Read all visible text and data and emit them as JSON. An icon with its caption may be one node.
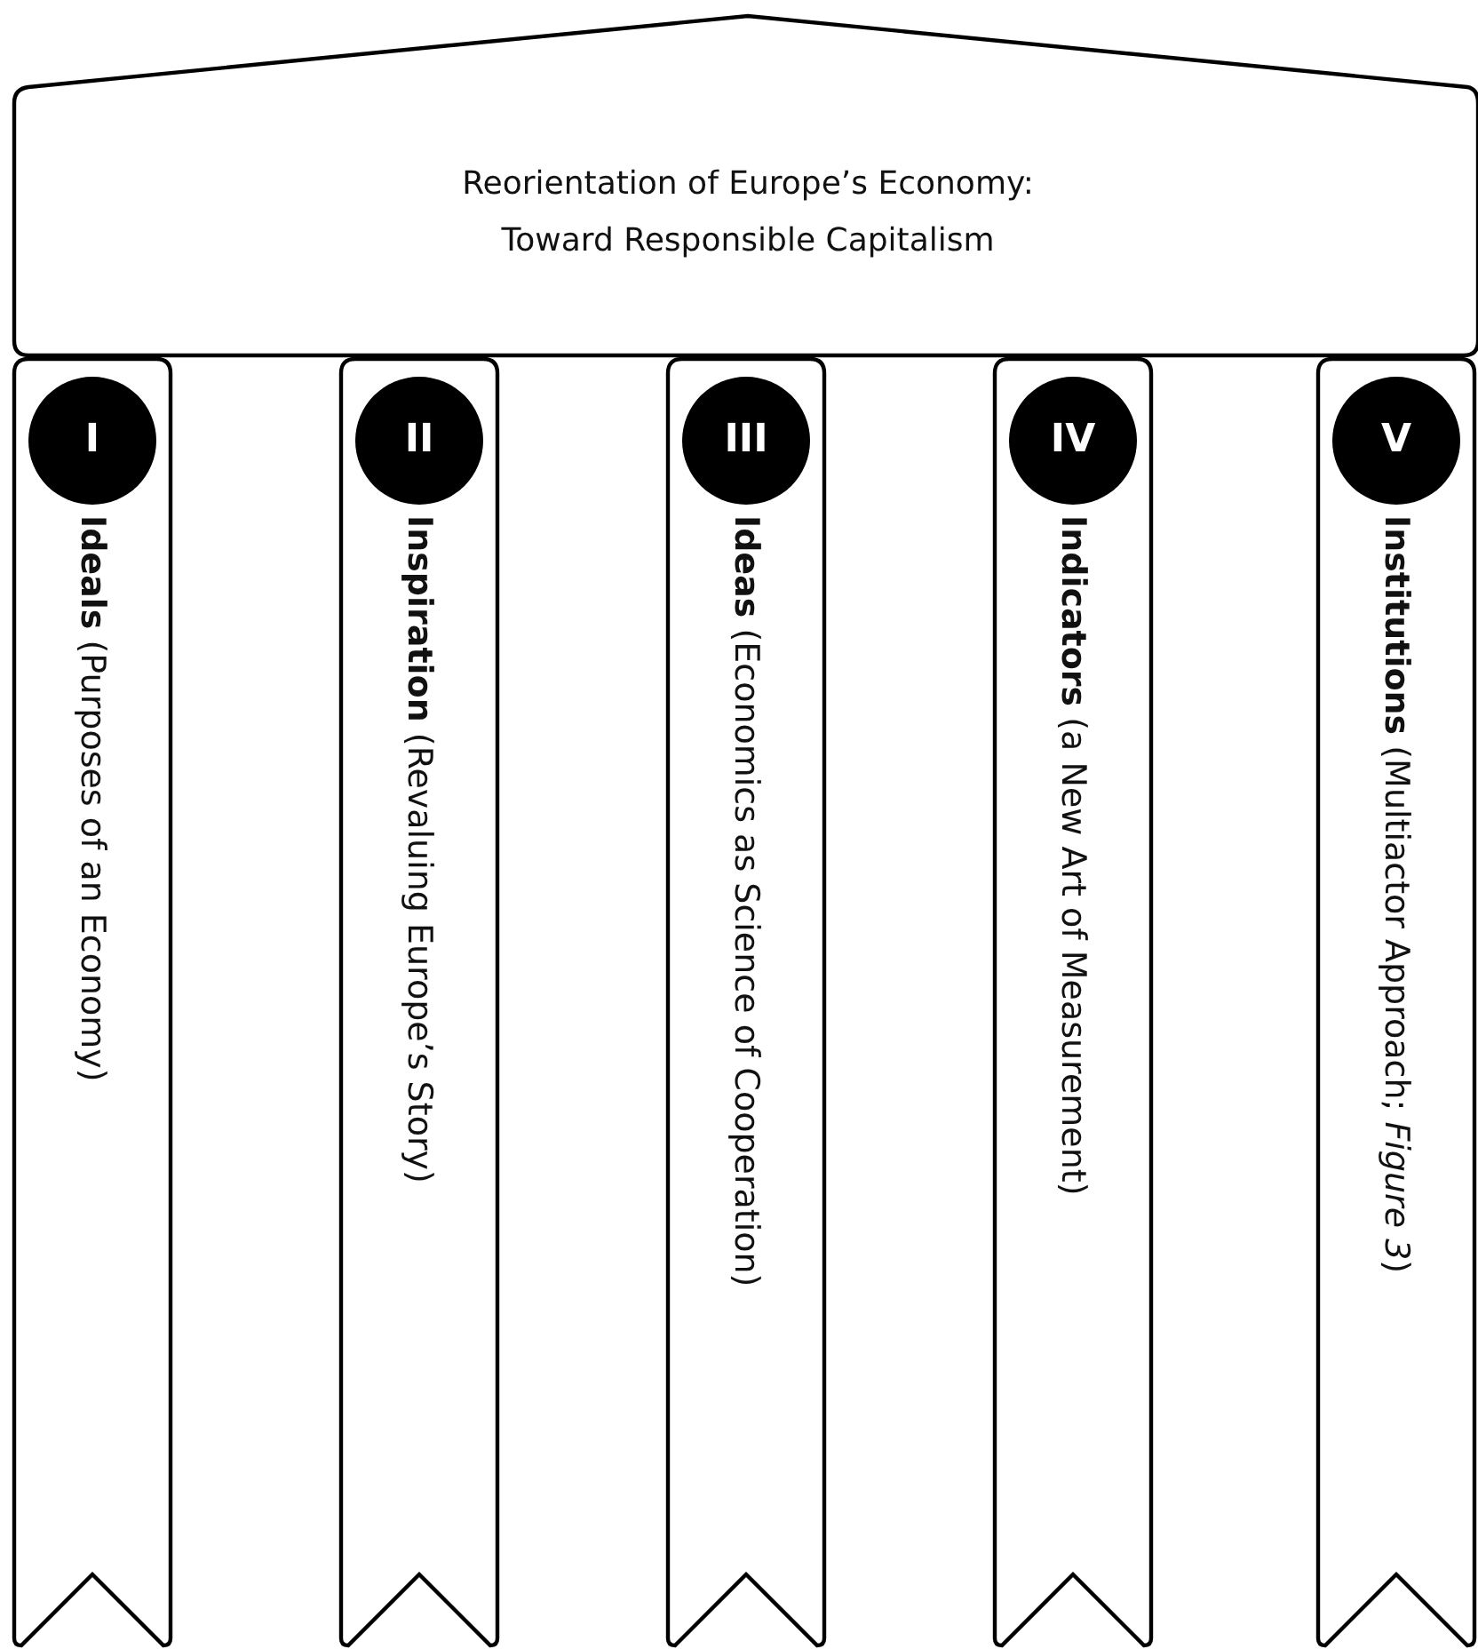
{
  "diagram": {
    "nodes": [
      {
        "text": [
          "Reorientation of Europe’s Economy: Toward Responsible Capitalism"
        ]
      },
      {
        "text": [
          "I",
          "**Ideals** (Purposes of an Economy)"
        ]
      },
      {
        "text": [
          "II",
          "**Inspiration** (Revaluing Europe’s Story)"
        ]
      },
      {
        "text": [
          "III",
          "**Ideas** (Economics as Science of Cooperation)"
        ]
      },
      {
        "text": [
          "IV",
          "**Indicators** (a New Art of Measurement)"
        ]
      },
      {
        "text": [
          "V",
          "**Institutions** (Multiactor Approach; *Figure 3*)"
        ]
      }
    ]
  }
}
